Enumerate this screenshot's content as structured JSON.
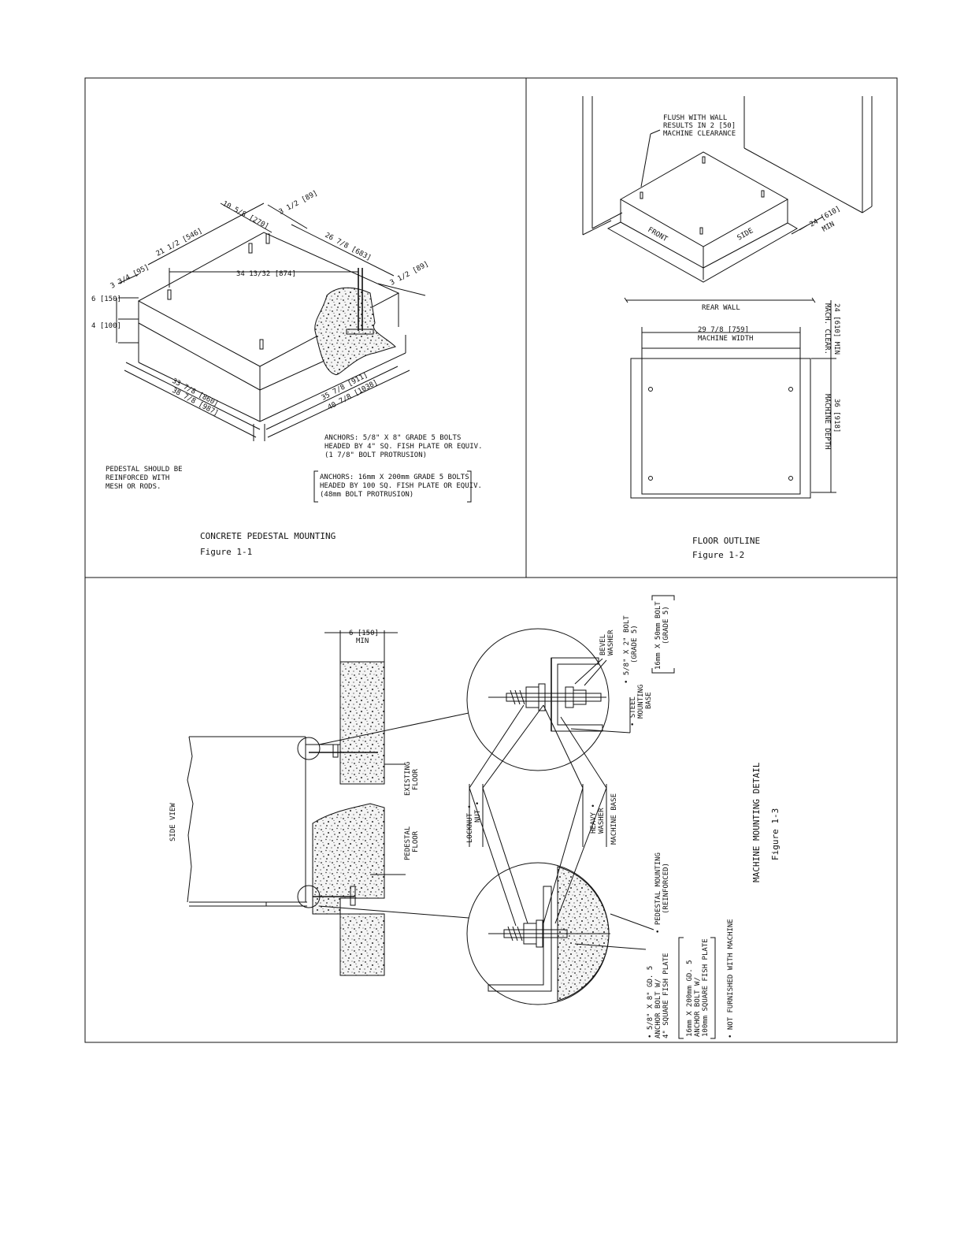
{
  "figure1": {
    "dims": {
      "d1": "10 5/8 [270]",
      "d2": "3 1/2 [89]",
      "d3": "21 1/2 [546]",
      "d4": "26 7/8 [683]",
      "d5": "3 3/4 [95]",
      "d6": "34 13/32 [874]",
      "d7": "3 1/2 [89]",
      "d8": "6 [150]",
      "d9": "4 [100]",
      "d10": "33 7/8 [860]",
      "d11": "38 7/8 [987]",
      "d12": "35 7/8 [911]",
      "d13": "40 7/8 [1038]"
    },
    "anchors_in": [
      "ANCHORS: 5/8\" X 8\" GRADE 5 BOLTS",
      "HEADED BY 4\" SQ. FISH PLATE OR EQUIV.",
      "(1 7/8\" BOLT PROTRUSION)"
    ],
    "anchors_mm": [
      "ANCHORS: 16mm X 200mm GRADE 5 BOLTS",
      "HEADED BY 100 SQ. FISH PLATE OR EQUIV.",
      "(48mm BOLT PROTRUSION)"
    ],
    "pedestal_note": [
      "PEDESTAL SHOULD BE",
      "REINFORCED WITH",
      "MESH OR RODS."
    ],
    "caption_title": "CONCRETE PEDESTAL MOUNTING",
    "caption_fig": "Figure 1-1"
  },
  "figure2": {
    "flush_note": [
      "FLUSH WITH WALL",
      "RESULTS IN 2 [50]",
      "MACHINE CLEARANCE"
    ],
    "front_label": "FRONT",
    "side_label": "SIDE",
    "min_clear": "24 [610]",
    "min_label": "MIN",
    "rear_wall": "REAR WALL",
    "machine_width": "29 7/8 [759]",
    "machine_width_label": "MACHINE WIDTH",
    "mach_clear": [
      "24 [610] MIN",
      "MACH. CLEAR."
    ],
    "machine_depth": [
      "36 [918]",
      "MACHINE DEPTH"
    ],
    "caption_title": "FLOOR OUTLINE",
    "caption_fig": "Figure 1-2"
  },
  "figure3": {
    "dim_top": "6 [150]",
    "dim_min": "MIN",
    "side_view": "SIDE VIEW",
    "existing_floor": [
      "EXISTING",
      "FLOOR"
    ],
    "pedestal_floor": [
      "PEDESTAL",
      "FLOOR"
    ],
    "bevel_washer": [
      "BEVEL",
      "WASHER"
    ],
    "bolt_in": [
      "• 5/8\" X 2\" BOLT",
      "(GRADE 5)"
    ],
    "bolt_mm": [
      "16mm X 50mm BOLT",
      "(GRADE 5)"
    ],
    "steel_base": [
      "• STEEL",
      "MOUNTING",
      "BASE"
    ],
    "locknut": "LOCKNUT •",
    "nut": "NUT •",
    "heavy_washer": [
      "HEAVY •",
      "WASHER"
    ],
    "machine_base": "MACHINE BASE",
    "pedestal_mounting": [
      "• PEDESTAL MOUNTING",
      "(REINFORCED)"
    ],
    "anchor_in": [
      "• 5/8\" X 8\" GD. 5",
      "ANCHOR BOLT W/",
      "4\" SQUARE FISH PLATE"
    ],
    "anchor_mm": [
      "16mm X 200mm GD. 5",
      "ANCHOR BOLT W/",
      "100mm SQUARE FISH PLATE"
    ],
    "not_furnished": "• NOT FURNISHED WITH MACHINE",
    "caption_title": "MACHINE MOUNTING DETAIL",
    "caption_fig": "Figure 1-3"
  }
}
